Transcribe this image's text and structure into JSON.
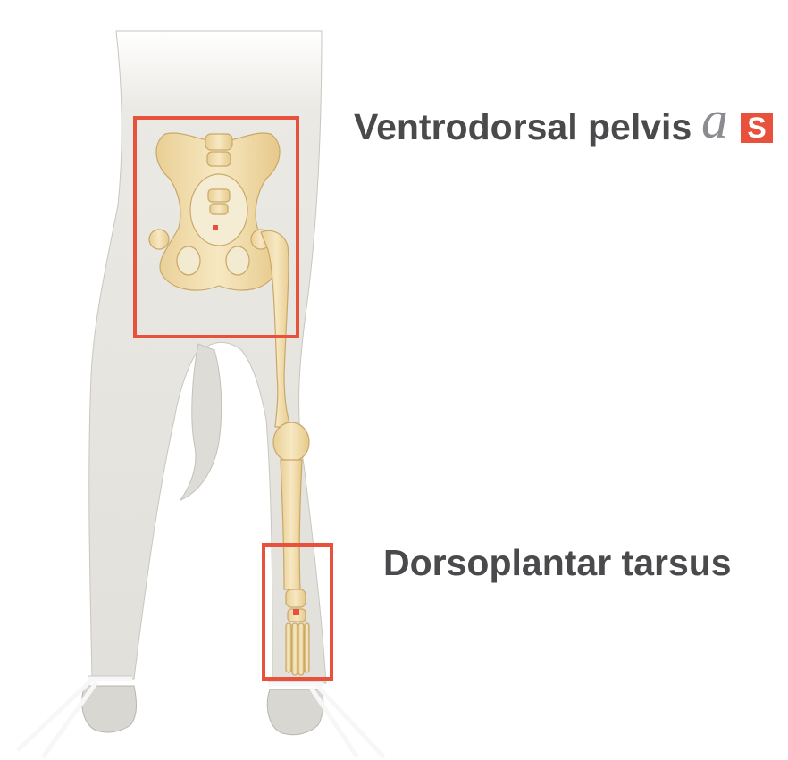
{
  "labels": {
    "pelvis": "Ventrodorsal pelvis",
    "tarsus": "Dorsoplantar tarsus"
  },
  "logo": {
    "a": "a",
    "s": "S"
  },
  "colors": {
    "highlight": "#e8513c",
    "text": "#4a4a4c",
    "bone": "#f1dcab",
    "fur": "#e8e6e1"
  }
}
